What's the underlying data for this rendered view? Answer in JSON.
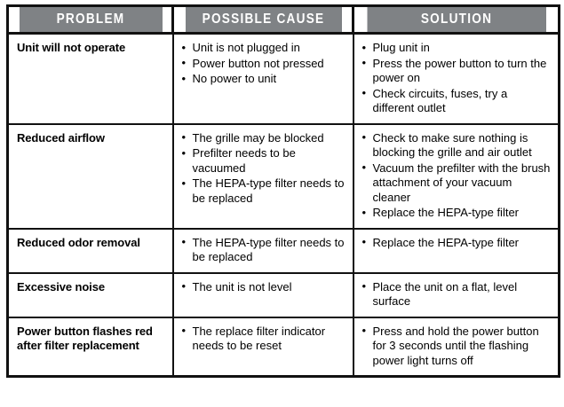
{
  "table": {
    "name": "troubleshooting-table",
    "columns": [
      {
        "key": "problem",
        "label": "PROBLEM"
      },
      {
        "key": "cause",
        "label": "POSSIBLE CAUSE"
      },
      {
        "key": "solution",
        "label": "SOLUTION"
      }
    ],
    "rows": [
      {
        "problem": "Unit will not operate",
        "causes": [
          "Unit is not plugged in",
          "Power button not pressed",
          "No power to unit"
        ],
        "solutions": [
          "Plug unit in",
          "Press the power button to turn the power on",
          "Check circuits, fuses, try a different outlet"
        ]
      },
      {
        "problem": "Reduced airflow",
        "causes": [
          "The grille may be blocked",
          "Prefilter needs to be vacuumed",
          "The HEPA-type filter needs to be replaced"
        ],
        "solutions": [
          "Check to make sure nothing is blocking the grille and air outlet",
          "Vacuum the prefilter with the brush attachment of your vacuum cleaner",
          "Replace the HEPA-type filter"
        ]
      },
      {
        "problem": "Reduced odor removal",
        "causes": [
          "The HEPA-type filter needs to be replaced"
        ],
        "solutions": [
          "Replace the HEPA-type filter"
        ]
      },
      {
        "problem": "Excessive noise",
        "causes": [
          "The unit is not level"
        ],
        "solutions": [
          "Place the unit on a flat, level surface"
        ]
      },
      {
        "problem": "Power button flashes red after filter replacement",
        "causes": [
          "The replace filter indicator needs to be reset"
        ],
        "solutions": [
          "Press and hold the power button for 3 seconds until the flashing power light turns off"
        ]
      }
    ]
  },
  "colors": {
    "header_background": "#7f8285",
    "header_text": "#ffffff",
    "border": "#111111",
    "body_background": "#ffffff",
    "body_text": "#000000"
  }
}
